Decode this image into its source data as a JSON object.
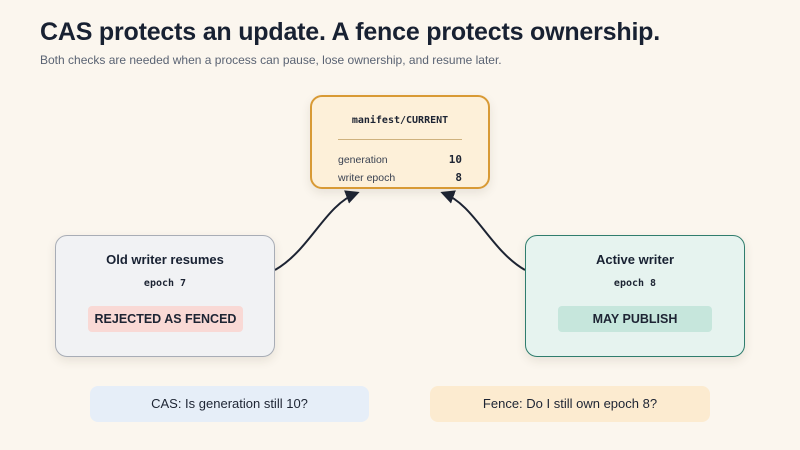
{
  "header": {
    "title": "CAS protects an update. A fence protects ownership.",
    "subtitle": "Both checks are needed when a process can pause, lose ownership, and resume later."
  },
  "manifest": {
    "title": "manifest/CURRENT",
    "rows": [
      {
        "label": "generation",
        "value": "10"
      },
      {
        "label": "writer epoch",
        "value": "8"
      }
    ]
  },
  "writers": {
    "old": {
      "title": "Old writer resumes",
      "epoch": "epoch 7",
      "status": "REJECTED AS FENCED"
    },
    "active": {
      "title": "Active writer",
      "epoch": "epoch 8",
      "status": "MAY PUBLISH"
    }
  },
  "checks": {
    "cas": "CAS: Is generation still 10?",
    "fence": "Fence: Do I still own epoch 8?"
  },
  "colors": {
    "background": "#fbf6ee",
    "manifest_fill": "#fdf0d9",
    "manifest_border": "#d89a35",
    "old_writer_fill": "#f1f2f4",
    "old_writer_border": "#a8adb6",
    "rejected_badge": "#f9d9d5",
    "active_writer_fill": "#e6f3ef",
    "active_writer_border": "#2f7d6d",
    "publish_badge": "#c6e6dc",
    "cas_pill": "#e6eef8",
    "fence_pill": "#fcebd0",
    "arrow": "#1d2433"
  }
}
